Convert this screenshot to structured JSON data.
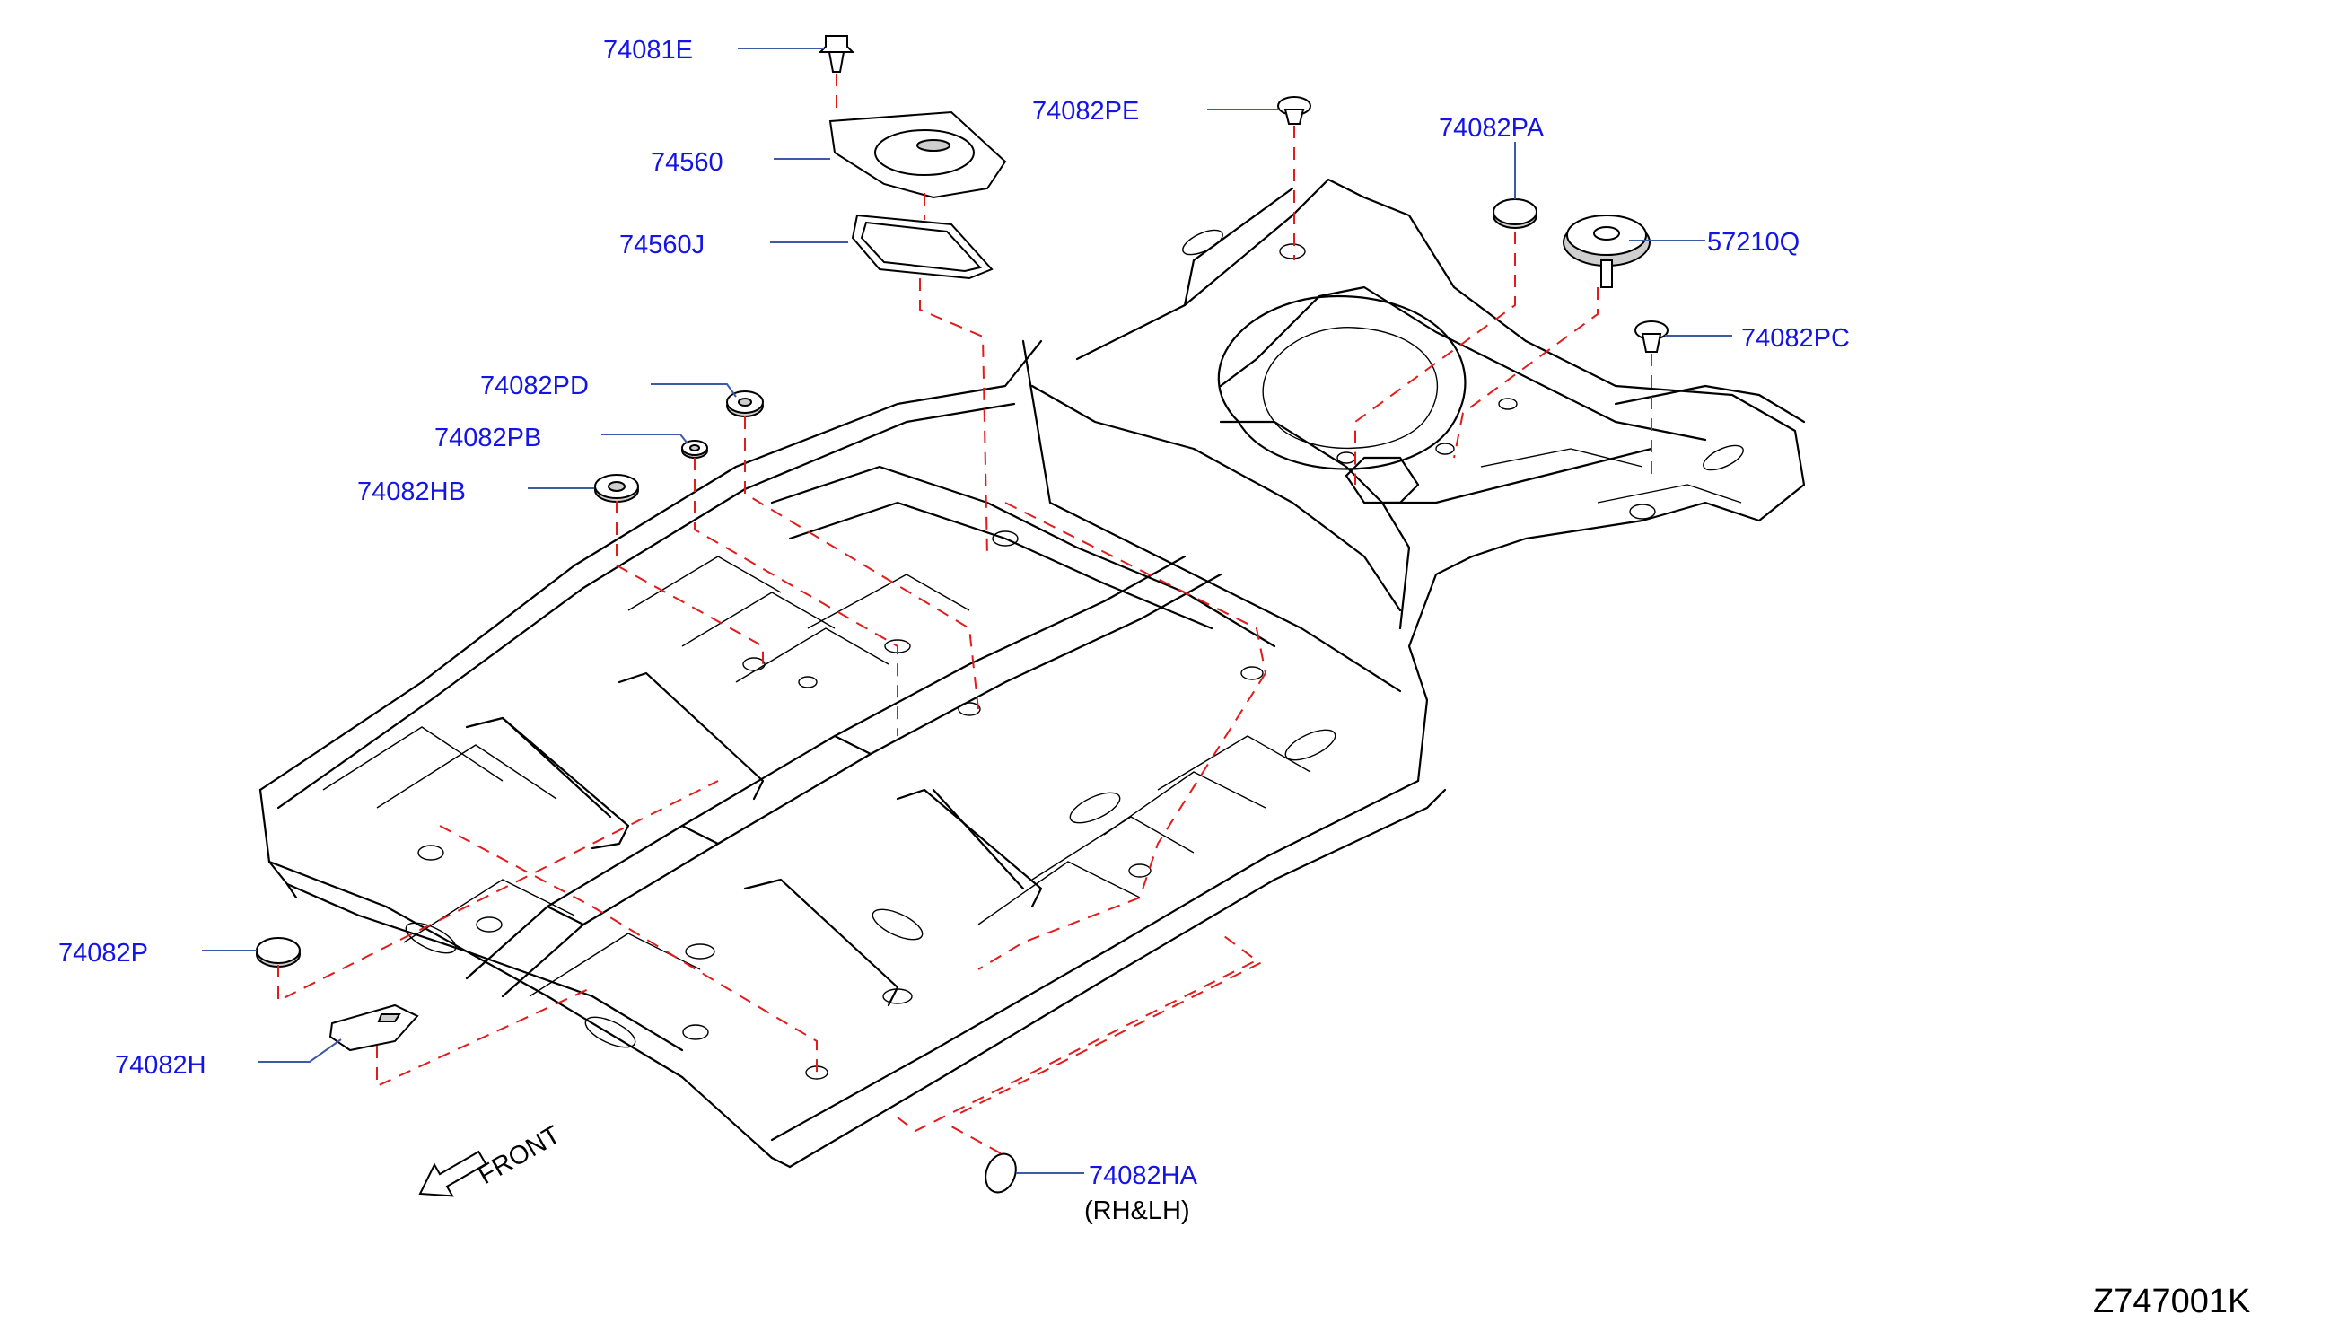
{
  "diagram": {
    "parts": [
      {
        "id": "p74081E",
        "label": "74081E"
      },
      {
        "id": "p74082PE",
        "label": "74082PE"
      },
      {
        "id": "p74560",
        "label": "74560"
      },
      {
        "id": "p74082PA",
        "label": "74082PA"
      },
      {
        "id": "p74560J",
        "label": "74560J"
      },
      {
        "id": "p57210Q",
        "label": "57210Q"
      },
      {
        "id": "p74082PC",
        "label": "74082PC"
      },
      {
        "id": "p74082PD",
        "label": "74082PD"
      },
      {
        "id": "p74082PB",
        "label": "74082PB"
      },
      {
        "id": "p74082HB",
        "label": "74082HB"
      },
      {
        "id": "p74082P",
        "label": "74082P"
      },
      {
        "id": "p74082H",
        "label": "74082H"
      },
      {
        "id": "p74082HA",
        "label": "74082HA"
      }
    ],
    "side_note": "(RH&LH)",
    "direction_label": "FRONT",
    "reference_code": "Z747001K",
    "colors": {
      "callout_text": "#1414e6",
      "leader_line": "#3d5aa8",
      "dashed_line": "#e31b1b",
      "outline": "#000000"
    }
  }
}
